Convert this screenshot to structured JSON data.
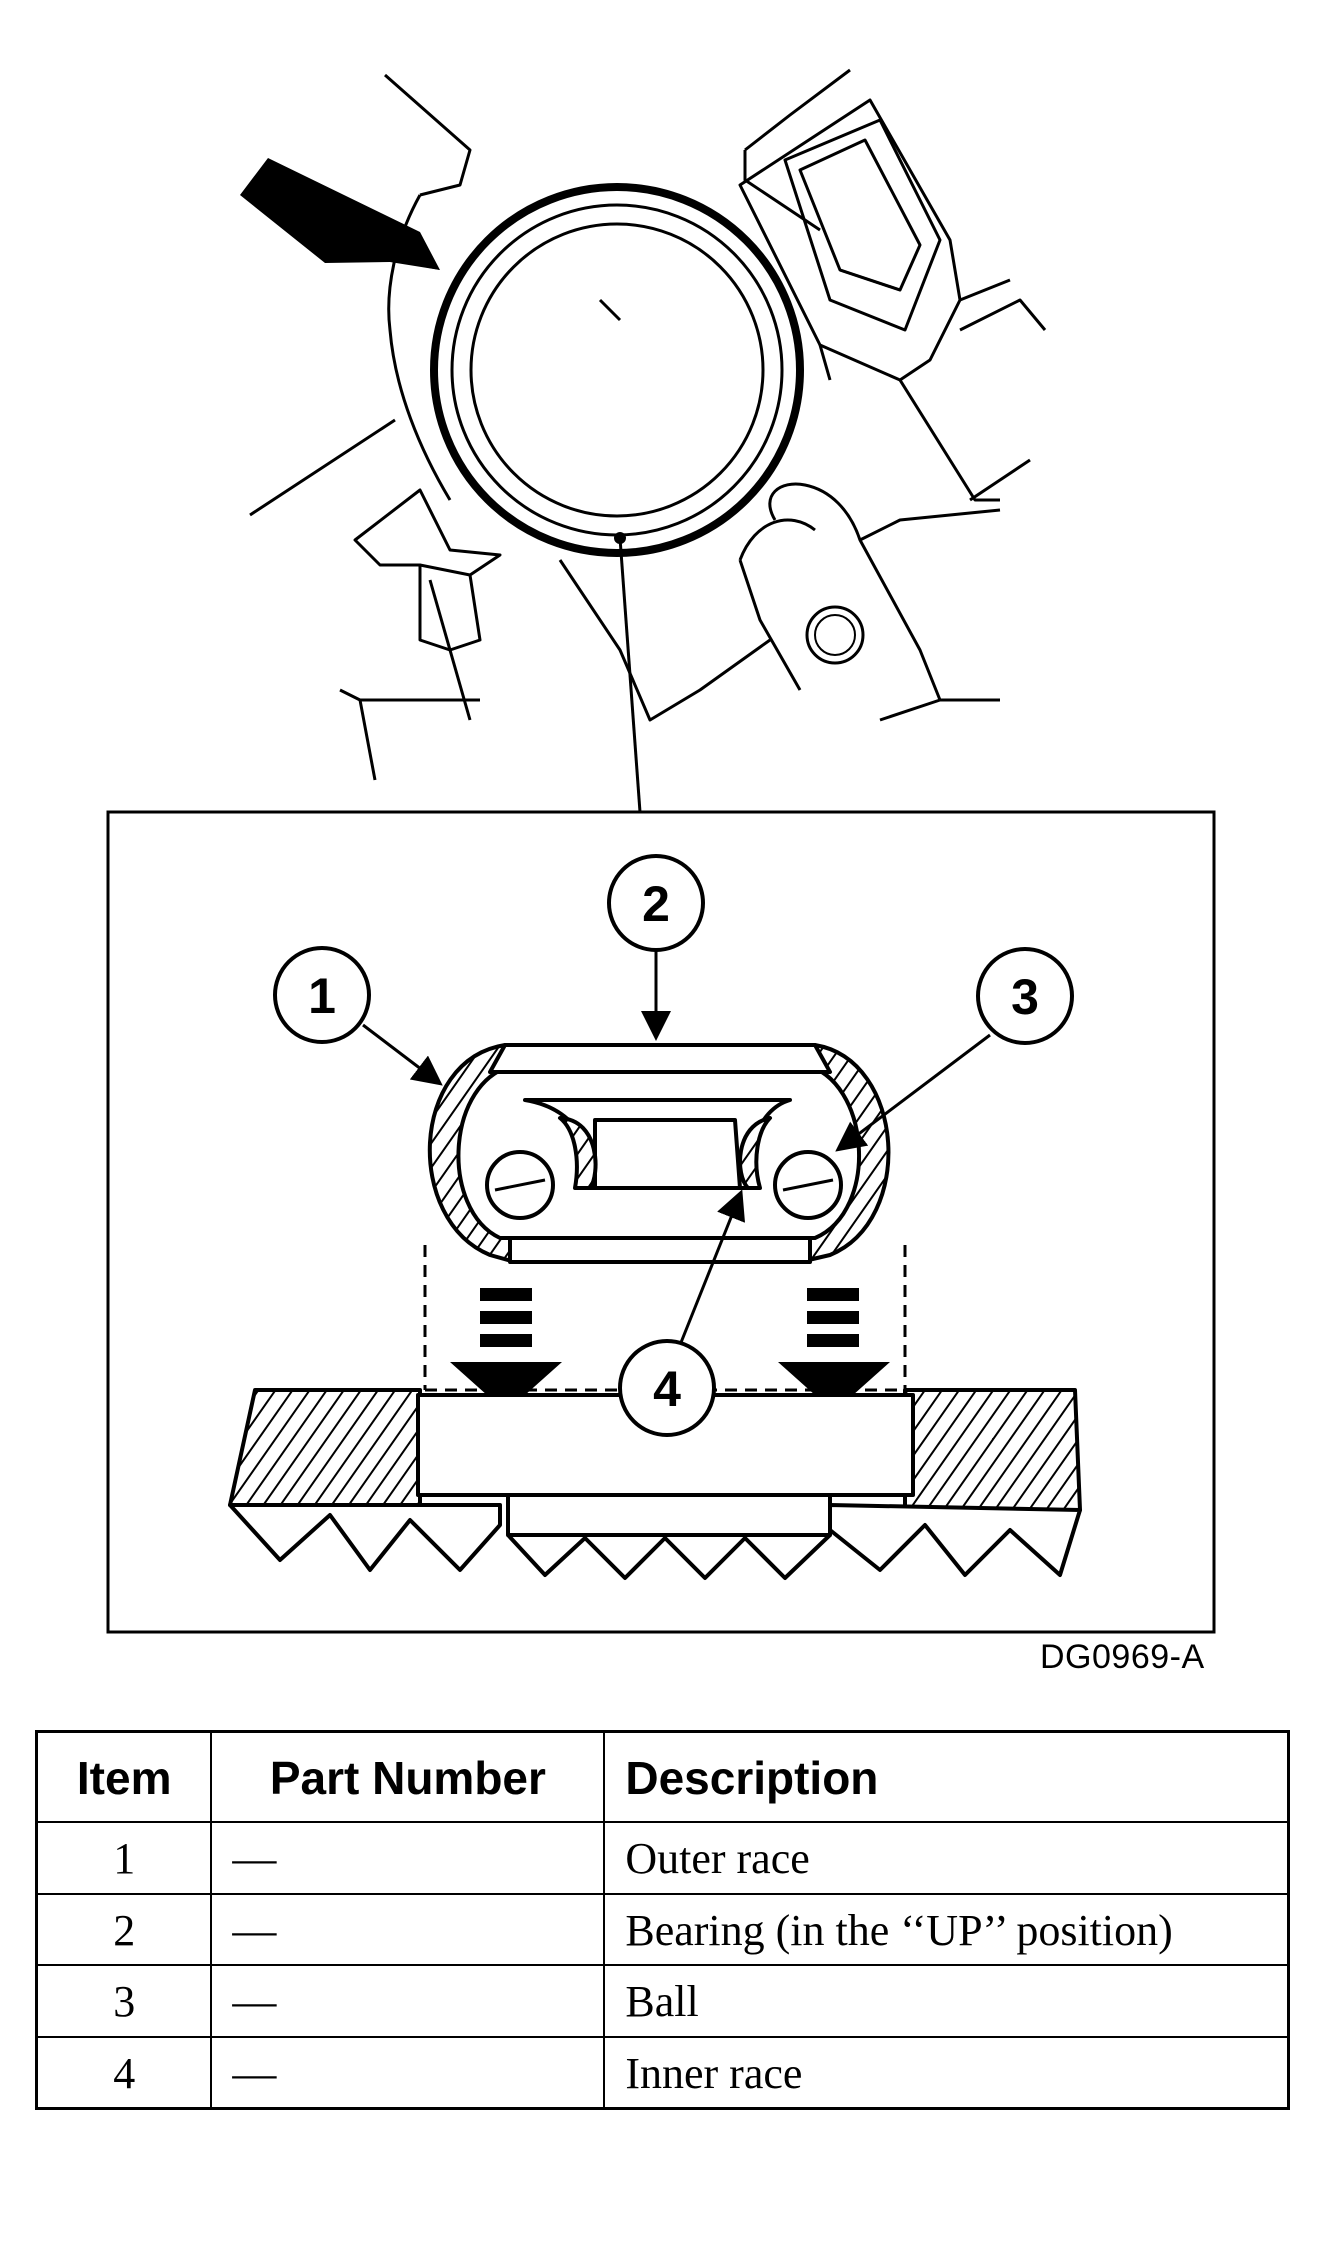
{
  "figure": {
    "code": "DG0969-A",
    "callouts": [
      "1",
      "2",
      "3",
      "4"
    ]
  },
  "table": {
    "headers": [
      "Item",
      "Part Number",
      "Description"
    ],
    "rows": [
      {
        "item": "1",
        "part_number": "—",
        "description": "Outer race"
      },
      {
        "item": "2",
        "part_number": "—",
        "description": "Bearing (in the ‘‘UP’’ position)"
      },
      {
        "item": "3",
        "part_number": "—",
        "description": "Ball"
      },
      {
        "item": "4",
        "part_number": "—",
        "description": "Inner race"
      }
    ]
  }
}
